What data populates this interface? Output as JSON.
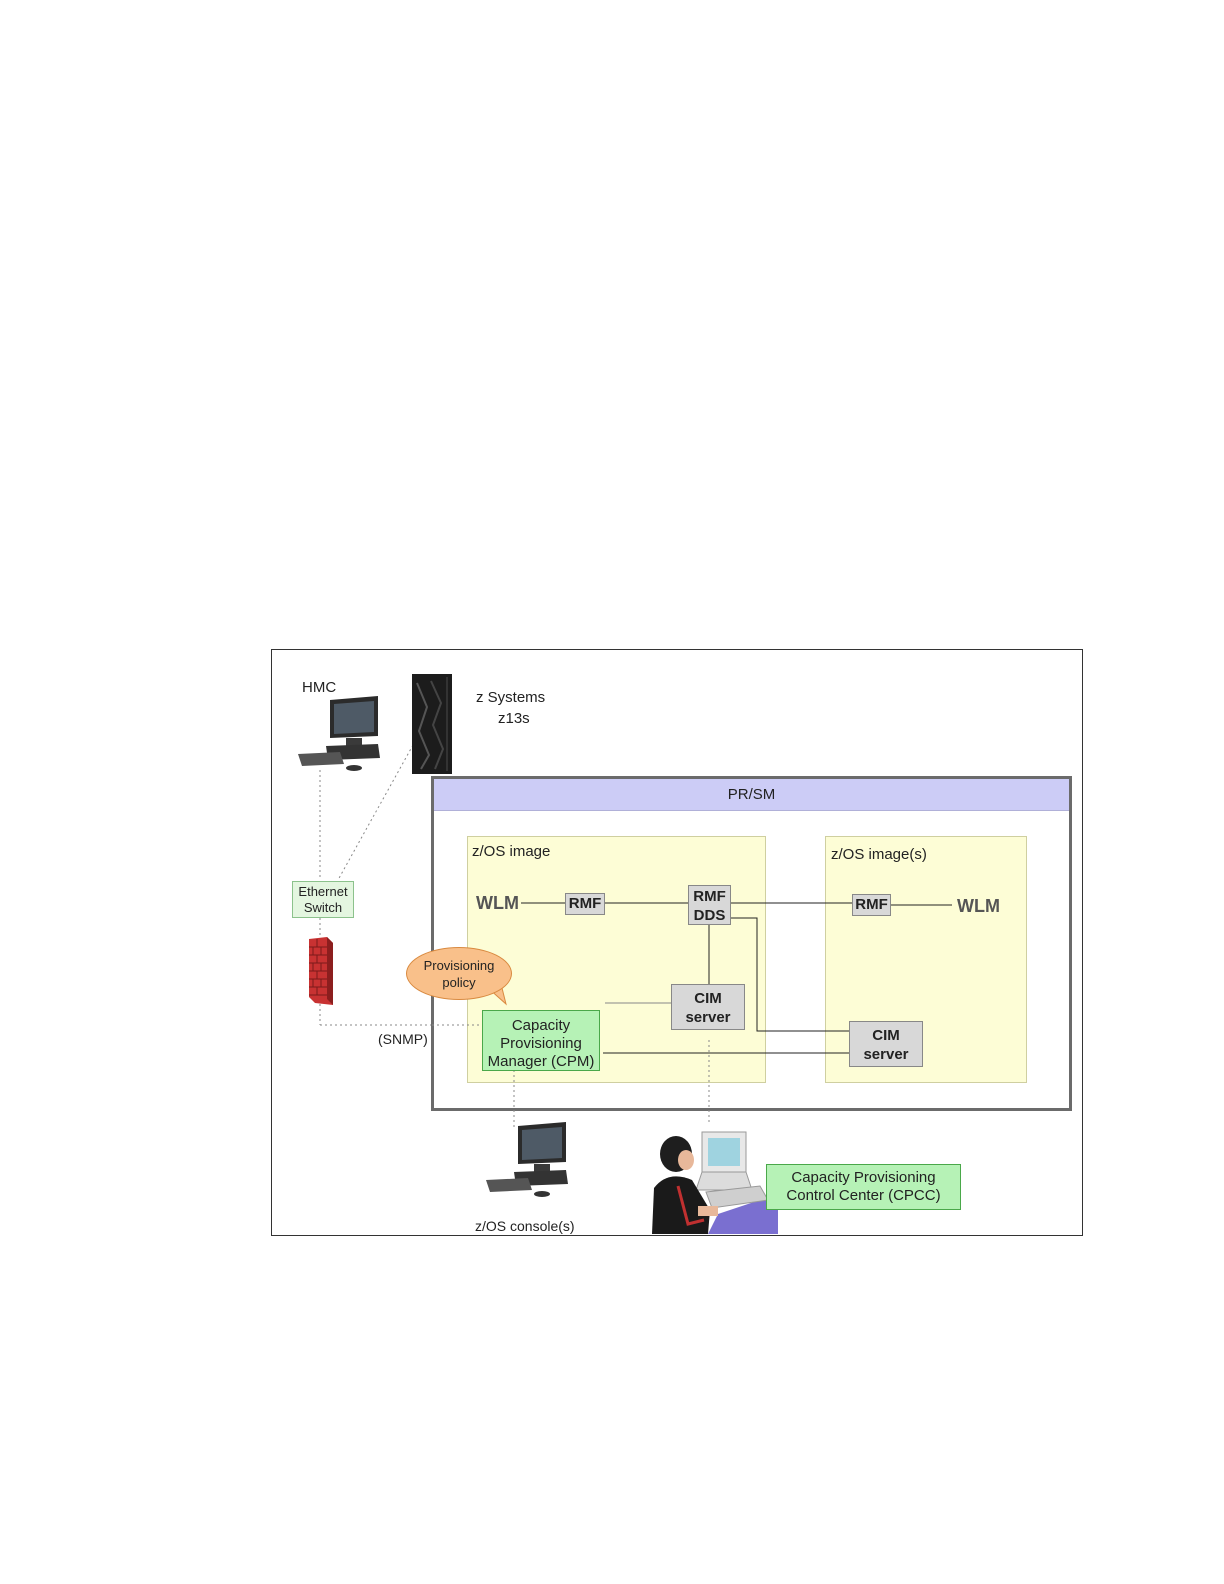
{
  "labels": {
    "hmc": "HMC",
    "z_systems": "z Systems",
    "z13s": "z13s",
    "prsm": "PR/SM",
    "zos_image": "z/OS image",
    "zos_images": "z/OS image(s)",
    "ethernet_switch_line1": "Ethernet",
    "ethernet_switch_line2": "Switch",
    "wlm_left": "WLM",
    "rmf_left": "RMF",
    "rmf_dds_line1": "RMF",
    "rmf_dds_line2": "DDS",
    "rmf_right": "RMF",
    "wlm_right": "WLM",
    "provisioning_policy_line1": "Provisioning",
    "provisioning_policy_line2": "policy",
    "cim_server_left_line1": "CIM",
    "cim_server_left_line2": "server",
    "cim_server_right_line1": "CIM",
    "cim_server_right_line2": "server",
    "cpm_line1": "Capacity",
    "cpm_line2": "Provisioning",
    "cpm_line3": "Manager (CPM)",
    "snmp": "(SNMP)",
    "zos_consoles": "z/OS console(s)",
    "cpcc_line1": "Capacity Provisioning",
    "cpcc_line2": "Control Center (CPCC)"
  },
  "colors": {
    "prsm_bar": "#ccccf6",
    "zos_image_bg": "#fdfdd6",
    "green_box": "#b6f2b6",
    "gray_box": "#d8d8d8",
    "policy_bubble": "#f9c08a",
    "firewall": "#c83232"
  }
}
